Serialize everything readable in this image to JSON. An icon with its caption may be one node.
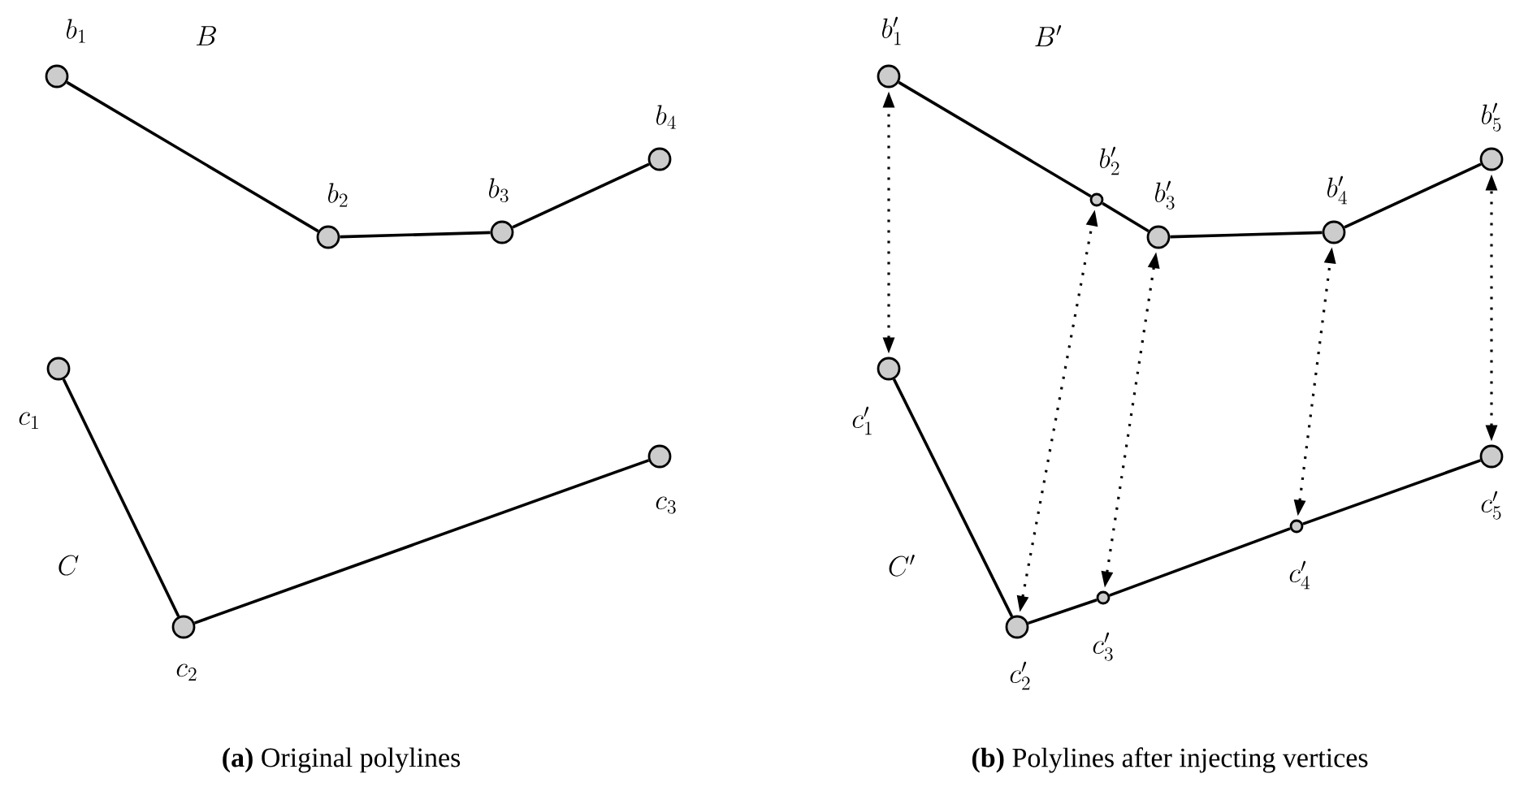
{
  "diagram": {
    "nodes": [
      {
        "text": [],
        "shape": "circle",
        "beside": [
          "b_1"
        ]
      },
      {
        "text": [],
        "shape": "circle",
        "beside": [
          "b_2"
        ]
      },
      {
        "text": [],
        "shape": "circle",
        "beside": [
          "b_3"
        ]
      },
      {
        "text": [],
        "shape": "circle",
        "beside": [
          "b_4"
        ]
      },
      {
        "text": [],
        "shape": "circle",
        "beside": [
          "c_1"
        ]
      },
      {
        "text": [],
        "shape": "circle",
        "beside": [
          "c_2"
        ]
      },
      {
        "text": [],
        "shape": "circle",
        "beside": [
          "c_3"
        ]
      },
      {
        "text": [],
        "shape": "circle",
        "beside": [
          "b'_1"
        ]
      },
      {
        "text": [],
        "shape": "circle",
        "beside": [
          "b'_2"
        ]
      },
      {
        "text": [],
        "shape": "circle",
        "beside": [
          "b'_3"
        ]
      },
      {
        "text": [],
        "shape": "circle",
        "beside": [
          "b'_4"
        ]
      },
      {
        "text": [],
        "shape": "circle",
        "beside": [
          "b'_5"
        ]
      },
      {
        "text": [],
        "shape": "circle",
        "beside": [
          "c'_1"
        ]
      },
      {
        "text": [],
        "shape": "circle",
        "beside": [
          "c'_2"
        ]
      },
      {
        "text": [],
        "shape": "circle",
        "beside": [
          "c'_3"
        ]
      },
      {
        "text": [],
        "shape": "circle",
        "beside": [
          "c'_4"
        ]
      },
      {
        "text": [],
        "shape": "circle",
        "beside": [
          "c'_5"
        ]
      }
    ],
    "edges": [
      {
        "from": 0,
        "to": 1,
        "arrow": "none"
      },
      {
        "from": 1,
        "to": 2,
        "arrow": "none"
      },
      {
        "from": 2,
        "to": 3,
        "arrow": "none"
      },
      {
        "from": 4,
        "to": 5,
        "arrow": "none"
      },
      {
        "from": 5,
        "to": 6,
        "arrow": "none"
      },
      {
        "from": 7,
        "to": 8,
        "arrow": "none"
      },
      {
        "from": 8,
        "to": 9,
        "arrow": "none"
      },
      {
        "from": 9,
        "to": 10,
        "arrow": "none"
      },
      {
        "from": 10,
        "to": 11,
        "arrow": "none"
      },
      {
        "from": 12,
        "to": 13,
        "arrow": "none"
      },
      {
        "from": 13,
        "to": 14,
        "arrow": "none"
      },
      {
        "from": 14,
        "to": 15,
        "arrow": "none"
      },
      {
        "from": 15,
        "to": 16,
        "arrow": "none"
      },
      {
        "from": 12,
        "to": 7,
        "arrow": "both",
        "style": "dashed"
      },
      {
        "from": 13,
        "to": 8,
        "arrow": "both",
        "style": "dashed"
      },
      {
        "from": 14,
        "to": 9,
        "arrow": "both",
        "style": "dashed"
      },
      {
        "from": 15,
        "to": 10,
        "arrow": "both",
        "style": "dashed"
      },
      {
        "from": 16,
        "to": 11,
        "arrow": "both",
        "style": "dashed"
      }
    ],
    "labels": [
      "B",
      "C",
      "B'",
      "C'",
      "**(a)** Original polylines",
      "**(b)** Polylines after injecting vertices"
    ]
  }
}
